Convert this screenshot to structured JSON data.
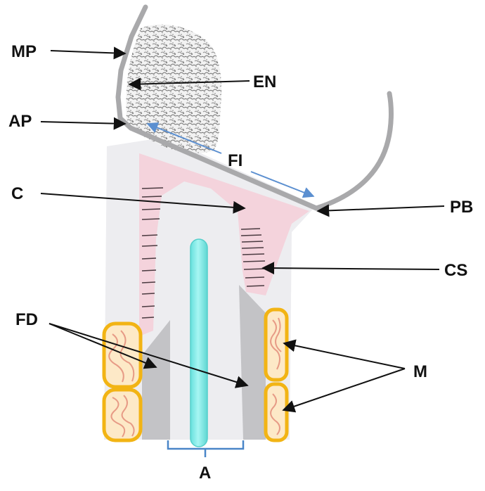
{
  "labels": {
    "mp": "MP",
    "en": "EN",
    "ap": "AP",
    "fi": "FI",
    "c": "C",
    "pb": "PB",
    "cs": "CS",
    "fd": "FD",
    "m": "M",
    "a": "A"
  },
  "colors": {
    "membrane": "#a9a9ab",
    "trunk": "#ededf0",
    "cartilage": "#f4d3dc",
    "septa": "#4a3a40",
    "fibrous_dense": "#c3c3c6",
    "axis": "#8ff0ec",
    "muscle_outline": "#f2b414",
    "muscle_fill": "#fde9c7",
    "muscle_fibre": "#e79b86",
    "arrow": "#111111",
    "fi_arrow": "#5b8fd0",
    "bracket": "#4a86c8"
  }
}
